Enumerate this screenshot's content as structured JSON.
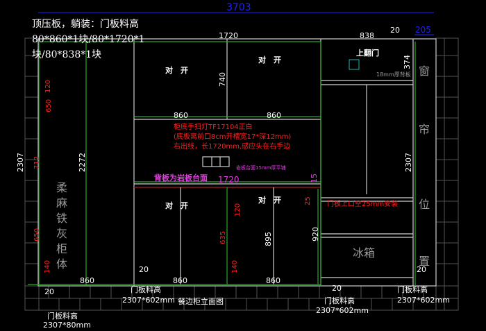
{
  "title": "餐边柜立面图",
  "top_note": "顶压板，躺装：门板料高80*860*1块/80*1720*1块/80*838*1块",
  "dims": {
    "overall_width": "3703",
    "window_width": "205",
    "mid_width_top": "1720",
    "right_width_top": "838",
    "gap_top": "20",
    "top_door_height": "374",
    "upper_door_height": "740",
    "upper_w1": "860",
    "upper_w2": "860",
    "counter_width": "1720",
    "counter_thk": "15",
    "door_gap": "25",
    "overall_height": "2307",
    "left_inner_height": "2272",
    "right_height": "2307",
    "bottom_w1": "860",
    "bottom_w2": "860",
    "bottom_w3": "860",
    "lower_h1": "895",
    "lower_h2": "920",
    "handle_120": "120",
    "handle_635": "635",
    "handle_140a": "140",
    "handle_140b": "140",
    "left_650a": "650",
    "left_712": "712",
    "left_650b": "650",
    "top_handle": "120",
    "gap_20a": "20",
    "gap_20b": "20",
    "gap_20c": "20",
    "gap_20d": "20"
  },
  "labels": {
    "double_door": "对　开",
    "top_flip_door": "上翻门",
    "back_panel_18": "18mm厚背板",
    "window_position": [
      "窗",
      "帘",
      "位",
      "置"
    ],
    "left_body": [
      "柔",
      "麻",
      "铁",
      "灰",
      "柜",
      "体"
    ],
    "fridge": "冰箱",
    "light_note": [
      "柜底手扫灯TF17104正白",
      "(底板离前口8cm开槽宽17*深12mm)",
      "右出线，长1720mm,感应头在右手边"
    ],
    "back_stone": "背板为岩板台面",
    "stone_note": "岩板台面15mm厚平铺",
    "door_gap_note": "门板上口空25mm安装",
    "door_material": "门板料高",
    "size_602": "2307*602mm",
    "size_80": "2307*80mm"
  },
  "colors": {
    "green": "#2aa82a",
    "red": "#ff2020",
    "magenta": "#e040e0",
    "blue": "#2020ff",
    "cyan": "#1fb5b5"
  }
}
